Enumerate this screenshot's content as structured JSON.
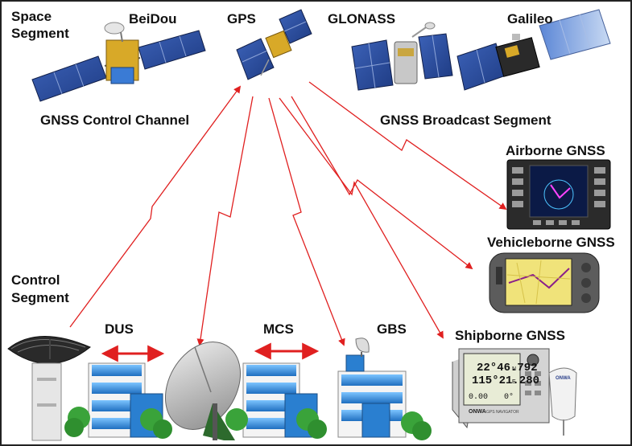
{
  "labels": {
    "space_segment": "Space\nSegment",
    "beidou": "BeiDou",
    "gps": "GPS",
    "glonass": "GLONASS",
    "galileo": "Galileo",
    "control_channel": "GNSS Control Channel",
    "broadcast_segment": "GNSS Broadcast Segment",
    "airborne": "Airborne GNSS",
    "vehicleborne": "Vehicleborne GNSS",
    "shipborne": "Shipborne GNSS",
    "control_segment": "Control\nSegment",
    "dus": "DUS",
    "mcs": "MCS",
    "gbs": "GBS"
  },
  "device_text": {
    "ship_line1": "22°46.792",
    "ship_line1_dir": "N",
    "ship_line2": "115°21.280",
    "ship_line2_dir": "E",
    "ship_line3a": "0.00",
    "ship_line3b": "0°",
    "ship_brand": "ONWA",
    "ship_model": "GPS NAVIGATOR",
    "ship_antenna_brand": "ONWA"
  },
  "colors": {
    "link_red": "#e02020",
    "solar_panel_blue": "#2d4f9e",
    "gold_body": "#d8a928",
    "building_blue": "#2a7fd0",
    "tree_green": "#3aa33a"
  }
}
